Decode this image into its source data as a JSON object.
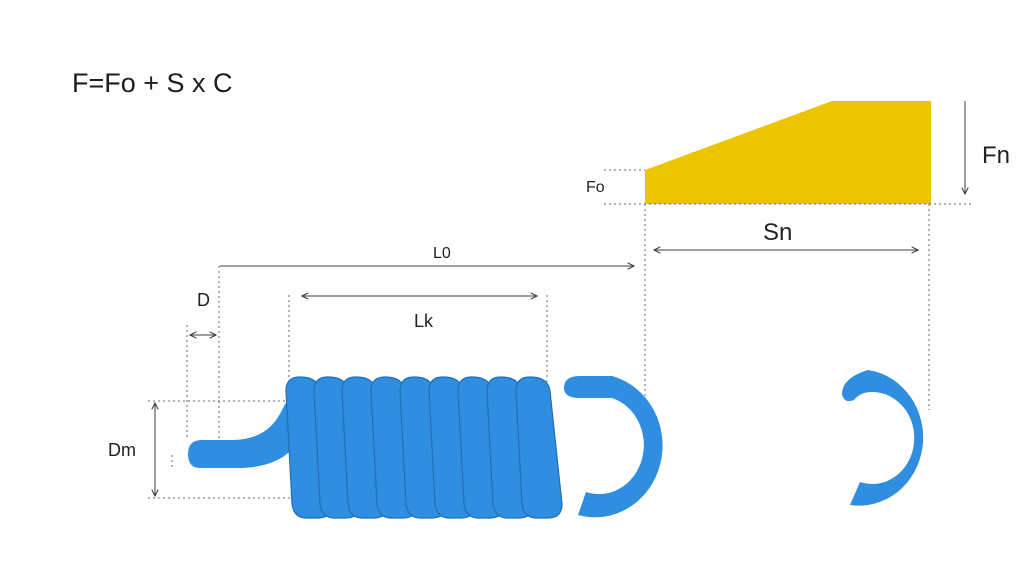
{
  "formula": "F=Fo + S x C",
  "labels": {
    "fo": "Fo",
    "fn": "Fn",
    "sn": "Sn",
    "l0": "L0",
    "lk": "Lk",
    "d": "D",
    "dm": "Dm"
  },
  "colors": {
    "spring": "#2f8ee0",
    "spring_edge": "#1f6fb8",
    "force_area": "#ecc500",
    "text": "#222222"
  }
}
